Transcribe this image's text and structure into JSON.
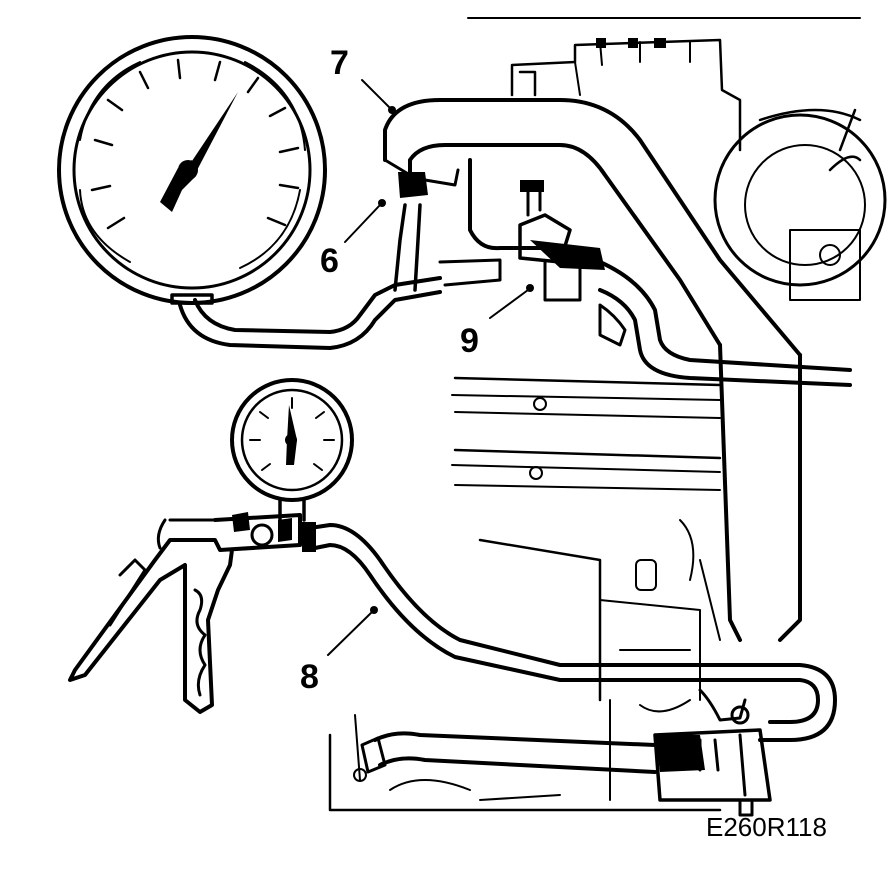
{
  "callouts": [
    {
      "id": "7",
      "label": "7"
    },
    {
      "id": "6",
      "label": "6"
    },
    {
      "id": "9",
      "label": "9"
    },
    {
      "id": "8",
      "label": "8"
    }
  ],
  "figure_code": "E260R118",
  "colors": {
    "ink": "#000000",
    "paper": "#ffffff"
  }
}
